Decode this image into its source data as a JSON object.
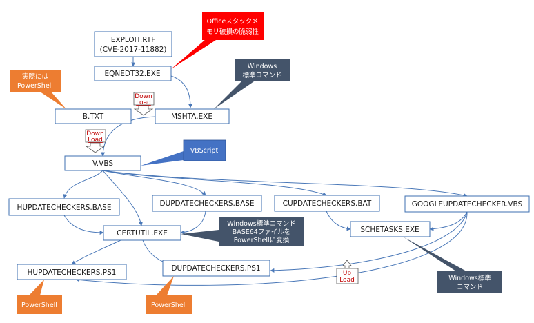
{
  "colors": {
    "box_border": "#3d6fb0",
    "edge": "#4a78b8",
    "callout_dark": "#44546a",
    "callout_orange": "#ed7d31",
    "callout_red": "#ff0000",
    "callout_blue": "#4472c4",
    "download_text": "#c00000"
  },
  "nodes": {
    "exploit_rtf": {
      "line1": "EXPLOIT.RTF",
      "line2": "(CVE-2017-11882)"
    },
    "eqnedt32": {
      "label": "EQNEDT32.EXE"
    },
    "b_txt": {
      "label": "B.TXT"
    },
    "mshta": {
      "label": "MSHTA.EXE"
    },
    "v_vbs": {
      "label": "V.VBS"
    },
    "hupdate_base": {
      "label": "HUPDATECHECKERS.BASE"
    },
    "dupdate_base": {
      "label": "DUPDATECHECKERS.BASE"
    },
    "cupdate_bat": {
      "label": "CUPDATECHECKERS.BAT"
    },
    "google_vbs": {
      "label": "GOOGLEUPDATECHECKER.VBS"
    },
    "certutil": {
      "label": "CERTUTIL.EXE"
    },
    "schetasks": {
      "label": "SCHETASKS.EXE"
    },
    "hupdate_ps1": {
      "label": "HUPDATECHECKERS.PS1"
    },
    "dupdate_ps1": {
      "label": "DUPDATECHECKERS.PS1"
    }
  },
  "callouts": {
    "office_vuln": {
      "line1": "Officeスタックメ",
      "line2": "モリ破損の脆弱性"
    },
    "windows_cmd_top": {
      "line1": "Windows",
      "line2": "標準コマンド"
    },
    "powershell_b": {
      "line1": "実際には",
      "line2": "PowerShell"
    },
    "vbscript": {
      "label": "VBScript"
    },
    "certutil_note": {
      "line1": "Windows標準コマンド",
      "line2": "BASE64ファイルを",
      "line3": "PowerShellに変換"
    },
    "windows_cmd_right": {
      "line1": "Windows標準",
      "line2": "コマンド"
    },
    "powershell_h": {
      "label": "PowerShell"
    },
    "powershell_d": {
      "label": "PowerShell"
    }
  },
  "transfers": {
    "download_1": {
      "line1": "Down",
      "line2": "Load"
    },
    "download_2": {
      "line1": "Down",
      "line2": "Load"
    },
    "upload": {
      "line1": "Up",
      "line2": "Load"
    }
  }
}
